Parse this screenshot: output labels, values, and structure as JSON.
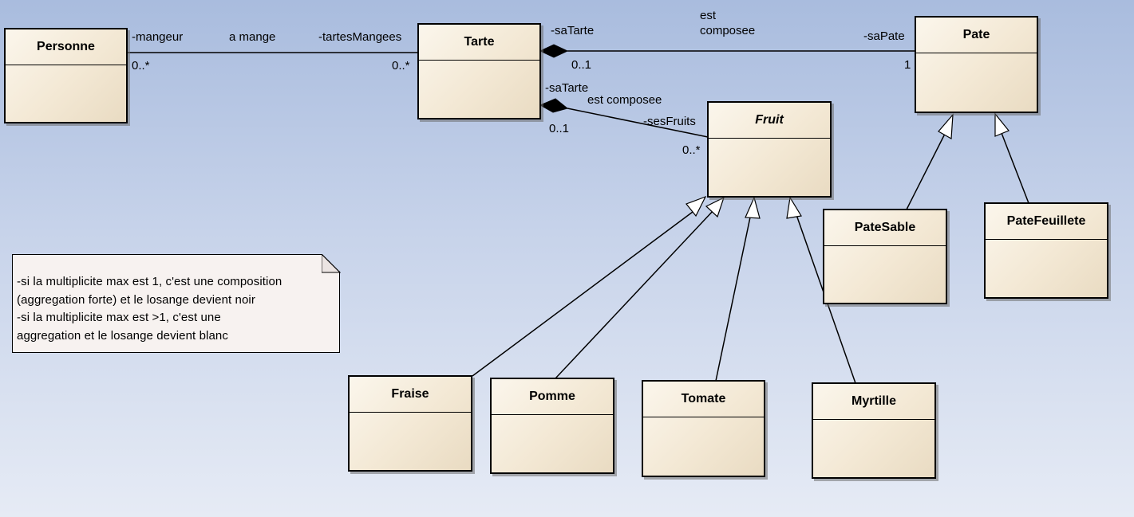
{
  "classes": {
    "personne": "Personne",
    "tarte": "Tarte",
    "pate": "Pate",
    "fruit": "Fruit",
    "pate_sable": "PateSable",
    "pate_feuillete": "PateFeuillete",
    "fraise": "Fraise",
    "pomme": "Pomme",
    "tomate": "Tomate",
    "myrtille": "Myrtille"
  },
  "associations": {
    "personne_tarte": {
      "role_personne": "-mangeur",
      "name": "a mange",
      "role_tarte": "-tartesMangees",
      "mult_personne": "0..*",
      "mult_tarte": "0..*"
    },
    "tarte_pate": {
      "role_tarte": "-saTarte",
      "name_line1": "est",
      "name_line2": "composee",
      "role_pate": "-saPate",
      "mult_tarte": "0..1",
      "mult_pate": "1"
    },
    "tarte_fruit": {
      "role_tarte": "-saTarte",
      "name": "est composee",
      "role_fruit": "-sesFruits",
      "mult_tarte": "0..1",
      "mult_fruit": "0..*"
    }
  },
  "note": {
    "lines": [
      "-si la multiplicite max est 1, c'est une composition",
      "(aggregation forte) et le losange devient noir",
      "-si la multiplicite max est >1, c'est une",
      "aggregation  et le losange devient blanc"
    ]
  },
  "colors": {
    "background_top": "#a9bcde",
    "background_bottom": "#e6ebf5",
    "class_fill": "#f3e8d4",
    "note_fill": "#f7f2f0",
    "line": "#000000"
  }
}
